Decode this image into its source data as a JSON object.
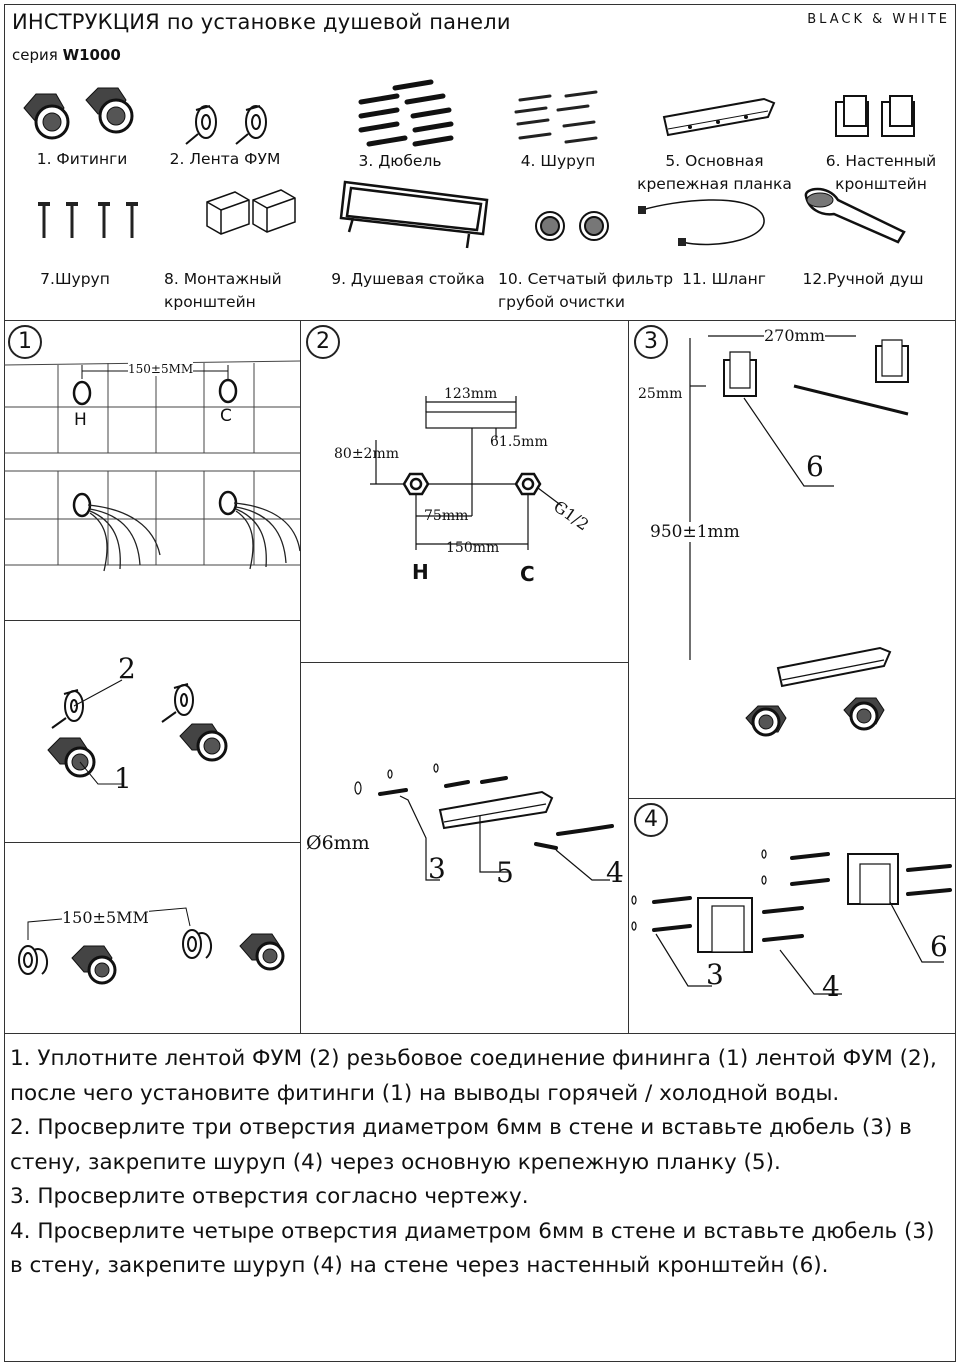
{
  "header": {
    "title": "ИНСТРУКЦИЯ по установке душевой панели",
    "series_label": "серия",
    "series_value": "W1000",
    "brand": "BLACK & WHITE"
  },
  "parts": [
    {
      "label": "1. Фитинги",
      "icon": "fitting-icon"
    },
    {
      "label": "2. Лента ФУМ",
      "icon": "tape-icon"
    },
    {
      "label": "3. Дюбель",
      "icon": "dowel-icon"
    },
    {
      "label": "4. Шуруп",
      "icon": "screw-icon"
    },
    {
      "label": "5. Основная\nкрепежная планка",
      "icon": "mounting-plate-icon"
    },
    {
      "label": "6. Настенный\nкронштейн",
      "icon": "wall-bracket-icon"
    },
    {
      "label": "7.Шуруп",
      "icon": "screw-icon"
    },
    {
      "label": "8. Монтажный\nкронштейн",
      "icon": "mounting-bracket-icon"
    },
    {
      "label": "9. Душевая стойка",
      "icon": "shower-rack-icon"
    },
    {
      "label": "10. Сетчатый фильтр\nгрубой очистки",
      "icon": "mesh-filter-icon"
    },
    {
      "label": "11. Шланг",
      "icon": "hose-icon"
    },
    {
      "label": "12.Ручной душ",
      "icon": "hand-shower-icon"
    }
  ],
  "steps": {
    "s1": {
      "num": "1",
      "dim": "150±5MM",
      "hot": "H",
      "cold": "C",
      "callout_tape": "2",
      "callout_fitting": "1",
      "dim_bottom": "150±5MM"
    },
    "s2": {
      "num": "2",
      "dim_123": "123mm",
      "dim_615": "61.5mm",
      "dim_80": "80±2mm",
      "dim_75": "75mm",
      "dim_150": "150mm",
      "thread": "G1/2",
      "hot": "H",
      "cold": "C"
    },
    "s2b": {
      "drill": "Ø6mm",
      "c3": "3",
      "c5": "5",
      "c4": "4"
    },
    "s3": {
      "num": "3",
      "dim_270": "270mm",
      "dim_25": "25mm",
      "dim_950": "950±1mm",
      "callout_6": "6"
    },
    "s4": {
      "num": "4",
      "c3": "3",
      "c4": "4",
      "c6": "6"
    }
  },
  "instructions": [
    "1. Уплотните лентой ФУМ (2) резьбовое соединение фининга (1) лентой ФУМ (2), после чего установите фитинги (1) на выводы горячей / холодной воды.",
    "2. Просверлите три отверстия диаметром 6мм в стене и вставьте дюбель (3) в стену, закрепите шуруп (4) через основную крепежную планку (5).",
    "3. Просверлите отверстия согласно чертежу.",
    "4. Просверлите четыре отверстия диаметром 6мм в стене и вставьте дюбель (3) в стену, закрепите шуруп (4) на стене через настенный кронштейн (6)."
  ]
}
